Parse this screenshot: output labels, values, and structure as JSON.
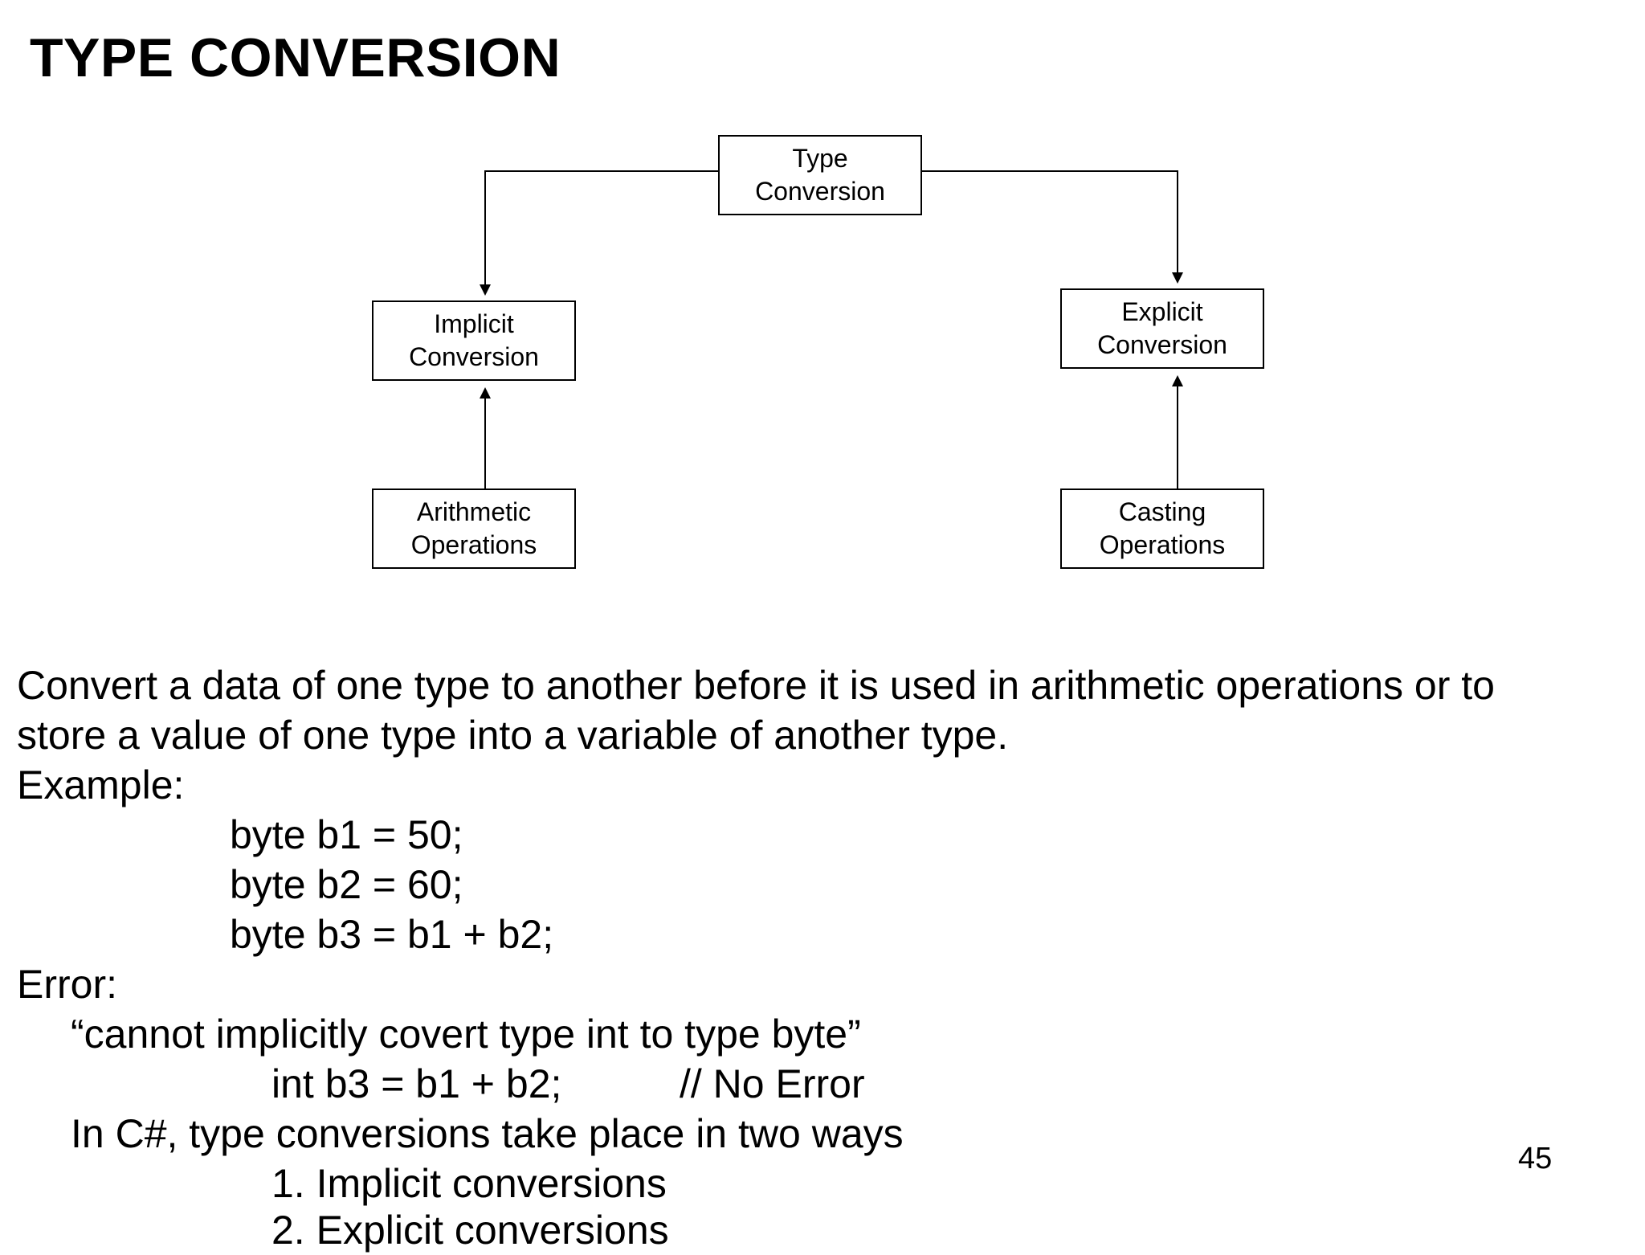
{
  "slide": {
    "title": "TYPE CONVERSION",
    "page_number": "45"
  },
  "diagram": {
    "root": {
      "line1": "Type",
      "line2": "Conversion"
    },
    "implicit": {
      "line1": "Implicit",
      "line2": "Conversion"
    },
    "explicit": {
      "line1": "Explicit",
      "line2": "Conversion"
    },
    "arithmetic": {
      "line1": "Arithmetic",
      "line2": "Operations"
    },
    "casting": {
      "line1": "Casting",
      "line2": "Operations"
    }
  },
  "body": {
    "intro_line1": "Convert a data of one type to another before it is used in arithmetic operations or to",
    "intro_line2": "store a value of one type into a variable of another type.",
    "example_label": "Example:",
    "code_line1": "byte b1 = 50;",
    "code_line2": "byte b2 = 60;",
    "code_line3": "byte b3 = b1 + b2;",
    "error_label": "Error:",
    "error_message": "“cannot implicitly covert type int to type byte”",
    "fix_code": "int b3 = b1 + b2;",
    "fix_comment": "// No Error",
    "ways_intro": "In C#, type conversions take place in two ways",
    "way1": "1. Implicit conversions",
    "way2": "2. Explicit conversions"
  }
}
